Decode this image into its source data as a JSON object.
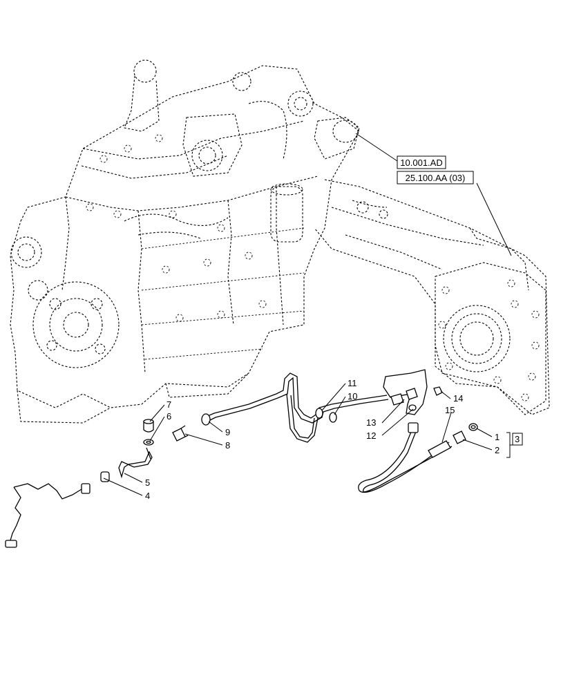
{
  "references": {
    "engine_ref": "10.001.AD",
    "axle_ref": "25.100.AA (03)"
  },
  "callouts": {
    "c1": "1",
    "c2": "2",
    "c3": "3",
    "c4": "4",
    "c5": "5",
    "c6": "6",
    "c7": "7",
    "c8": "8",
    "c9": "9",
    "c10": "10",
    "c11": "11",
    "c12": "12",
    "c13": "13",
    "c14": "14",
    "c15": "15"
  }
}
